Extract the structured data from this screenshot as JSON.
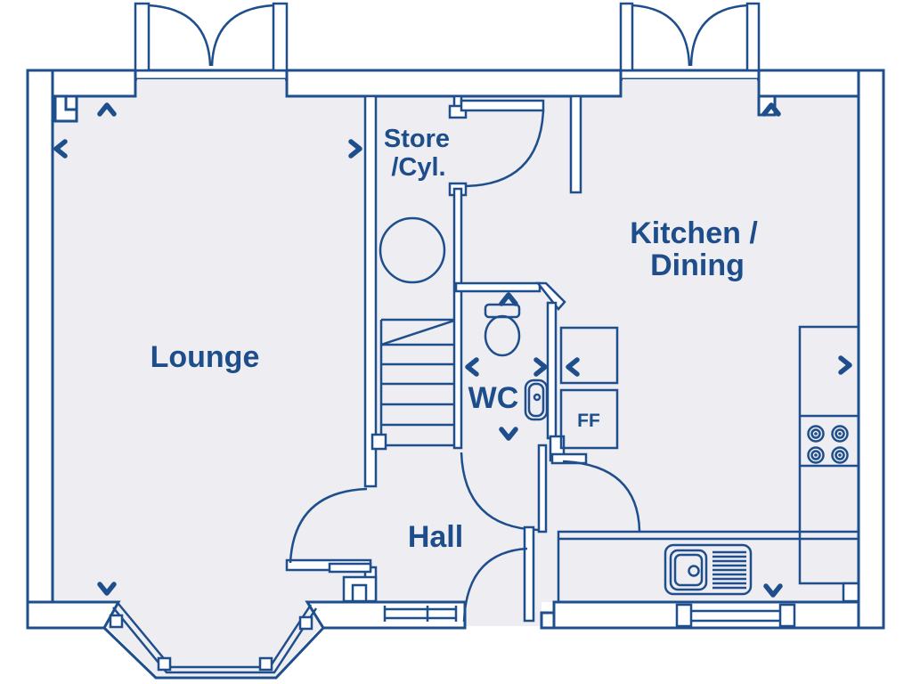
{
  "colors": {
    "line": "#1e4f8c",
    "floor": "#eeedf1",
    "background": "#ffffff",
    "text": "#1d4d8a"
  },
  "rooms": {
    "lounge": {
      "label": "Lounge"
    },
    "store": {
      "line1": "Store",
      "line2": "/Cyl."
    },
    "kitchen_dining": {
      "line1": "Kitchen /",
      "line2": "Dining"
    },
    "wc": {
      "label": "WC"
    },
    "hall": {
      "label": "Hall"
    }
  },
  "fixtures": {
    "fridge_freezer": {
      "label": "FF"
    }
  }
}
